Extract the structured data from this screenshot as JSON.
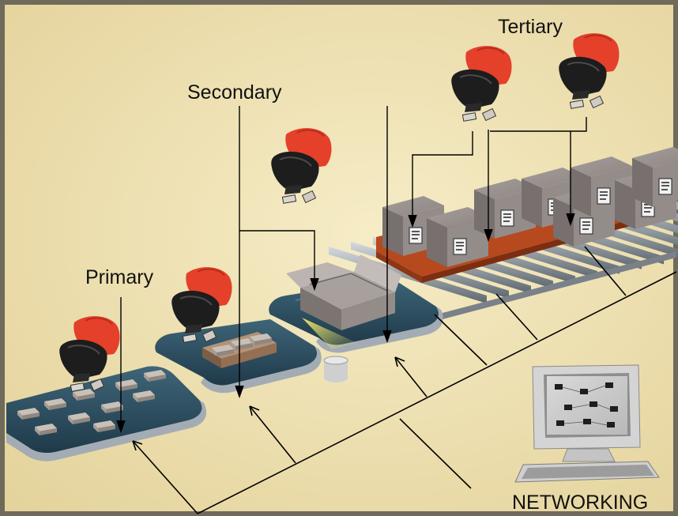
{
  "labels": {
    "primary": "Primary",
    "secondary": "Secondary",
    "tertiary": "Tertiary",
    "networking": "NETWORKING"
  },
  "colors": {
    "background": "#efe2b0",
    "belt": "#2f5266",
    "belt_rim": "#9aa3ab",
    "hand": "#e4402a",
    "scanner": "#1c1c1c",
    "box": "#8a8280",
    "pallet": "#b6491e",
    "line": "#000000"
  },
  "icons": [
    "hand-scanner-icon",
    "computer-monitor-icon",
    "keyboard-icon",
    "barcode-label-icon",
    "cylinder-package-icon"
  ]
}
